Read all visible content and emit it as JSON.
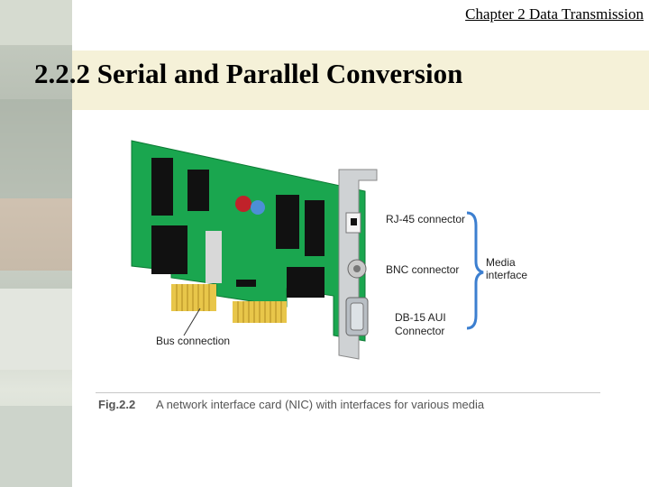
{
  "header": {
    "chapter": "Chapter 2   Data Transmission"
  },
  "title": "2.2.2  Serial and Parallel Conversion",
  "figure": {
    "labels": {
      "rj45": "RJ-45 connector",
      "bnc": "BNC connector",
      "db15_line1": "DB-15 AUI",
      "db15_line2": "Connector",
      "media_line1": "Media",
      "media_line2": "interface",
      "bus": "Bus connection"
    },
    "caption_number": "Fig.2.2",
    "caption_text": "A network interface card (NIC) with interfaces for various media"
  }
}
